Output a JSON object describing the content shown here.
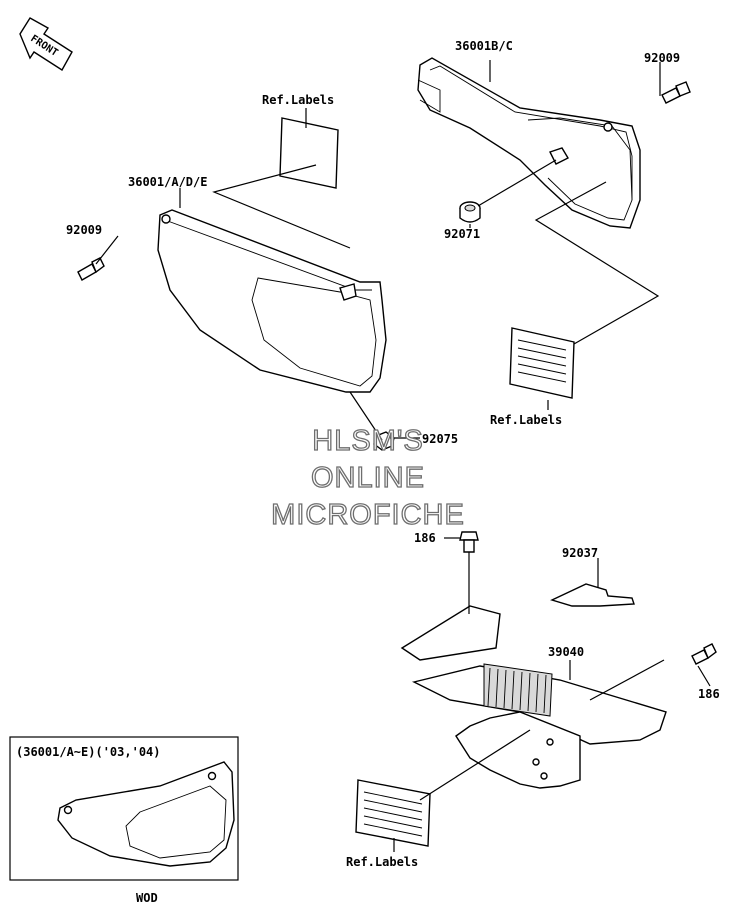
{
  "diagram": {
    "front_label": "FRONT",
    "callouts": {
      "c_36001bc": "36001B/C",
      "c_92009_top": "92009",
      "c_ref_labels_1": "Ref.Labels",
      "c_36001adE": "36001/A/D/E",
      "c_92009_left": "92009",
      "c_92071": "92071",
      "c_ref_labels_2": "Ref.Labels",
      "c_92075": "92075",
      "c_186_top": "186",
      "c_92037": "92037",
      "c_39040": "39040",
      "c_186_right": "186",
      "c_inset_title": "(36001/A~E)('03,'04)",
      "c_ref_labels_3": "Ref.Labels",
      "c_wod": "WOD"
    },
    "watermark": [
      "HLSM'S",
      "ONLINE",
      "MICROFICHE"
    ]
  }
}
